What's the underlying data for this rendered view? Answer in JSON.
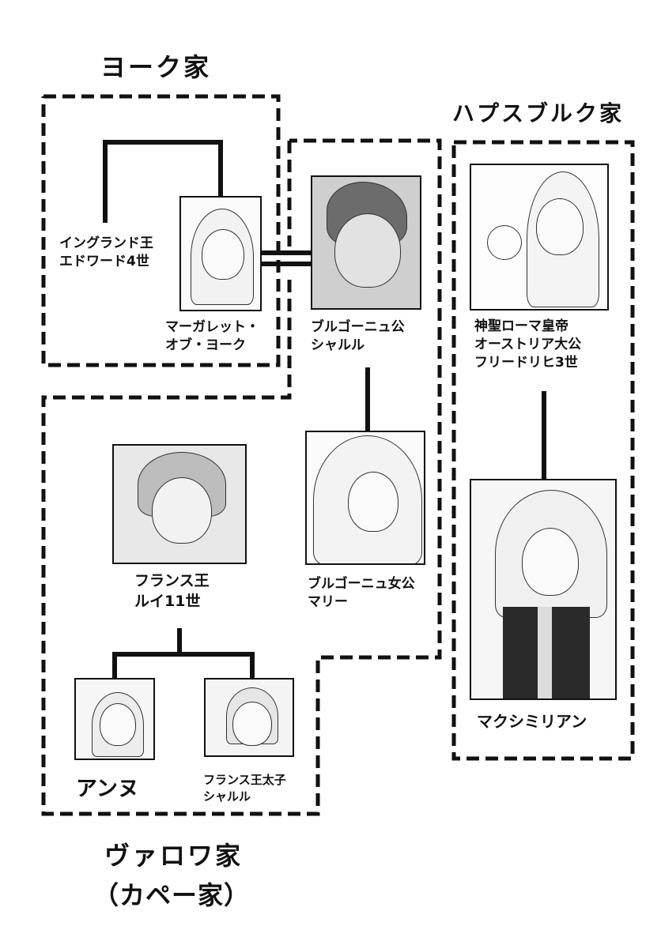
{
  "houses": {
    "york": {
      "title": "ヨーク家"
    },
    "habsburg": {
      "title": "ハプスブルク家"
    },
    "valois": {
      "title_line1": "ヴァロワ家",
      "title_line2": "（カペー家）"
    },
    "burgundy": {
      "title": ""
    }
  },
  "people": {
    "edward": {
      "line1": "イングランド王",
      "line2": "エドワード4世"
    },
    "margaret": {
      "line1": "マーガレット・",
      "line2": "オブ・ヨーク"
    },
    "charles_burgundy": {
      "line1": "ブルゴーニュ公",
      "line2": "シャルル"
    },
    "frederick": {
      "line1": "神聖ローマ皇帝",
      "line2": "オーストリア大公",
      "line3": "フリードリヒ3世"
    },
    "louis": {
      "line1": "フランス王",
      "line2": "ルイ11世"
    },
    "mary": {
      "line1": "ブルゴーニュ女公",
      "line2": "マリー"
    },
    "maximilian": {
      "line1": "マクシミリアン"
    },
    "anne": {
      "line1": "アンヌ"
    },
    "dauphin_charles": {
      "line1": "フランス王太子",
      "line2": "シャルル"
    }
  },
  "relations": [
    {
      "type": "parent-child",
      "from": "edward",
      "to": "margaret",
      "note": "sibling bracket"
    },
    {
      "type": "marriage",
      "from": "margaret",
      "to": "charles_burgundy"
    },
    {
      "type": "parent-child",
      "from": "charles_burgundy",
      "to": "mary"
    },
    {
      "type": "parent-child",
      "from": "frederick",
      "to": "maximilian"
    },
    {
      "type": "parent-child",
      "from": "louis",
      "to": "anne"
    },
    {
      "type": "parent-child",
      "from": "louis",
      "to": "dauphin_charles"
    }
  ],
  "colors": {
    "ink": "#111111",
    "background": "#ffffff",
    "portrait_fill": "#e6e6e6"
  }
}
